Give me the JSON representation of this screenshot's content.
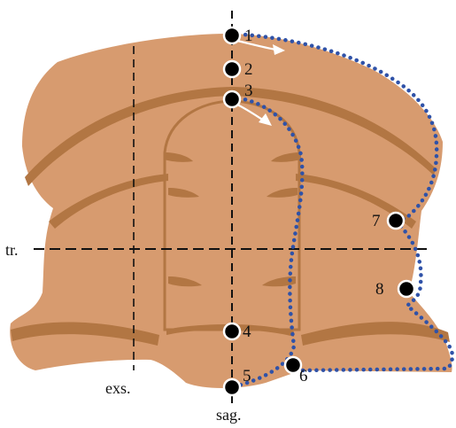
{
  "colors": {
    "body_fill": "#d79b6f",
    "furrow": "#b27643",
    "boundary": "#2f52a8",
    "landmark": "#000000",
    "landmark_ring": "#ffffff",
    "arrow": "#ffffff"
  },
  "axes": {
    "transverse_label": "tr.",
    "exsagittal_label": "exs.",
    "sagittal_label": "sag."
  },
  "landmarks": [
    {
      "id": "1",
      "label": "1"
    },
    {
      "id": "2",
      "label": "2"
    },
    {
      "id": "3",
      "label": "3"
    },
    {
      "id": "4",
      "label": "4"
    },
    {
      "id": "5",
      "label": "5"
    },
    {
      "id": "6",
      "label": "6"
    },
    {
      "id": "7",
      "label": "7"
    },
    {
      "id": "8",
      "label": "8"
    }
  ]
}
